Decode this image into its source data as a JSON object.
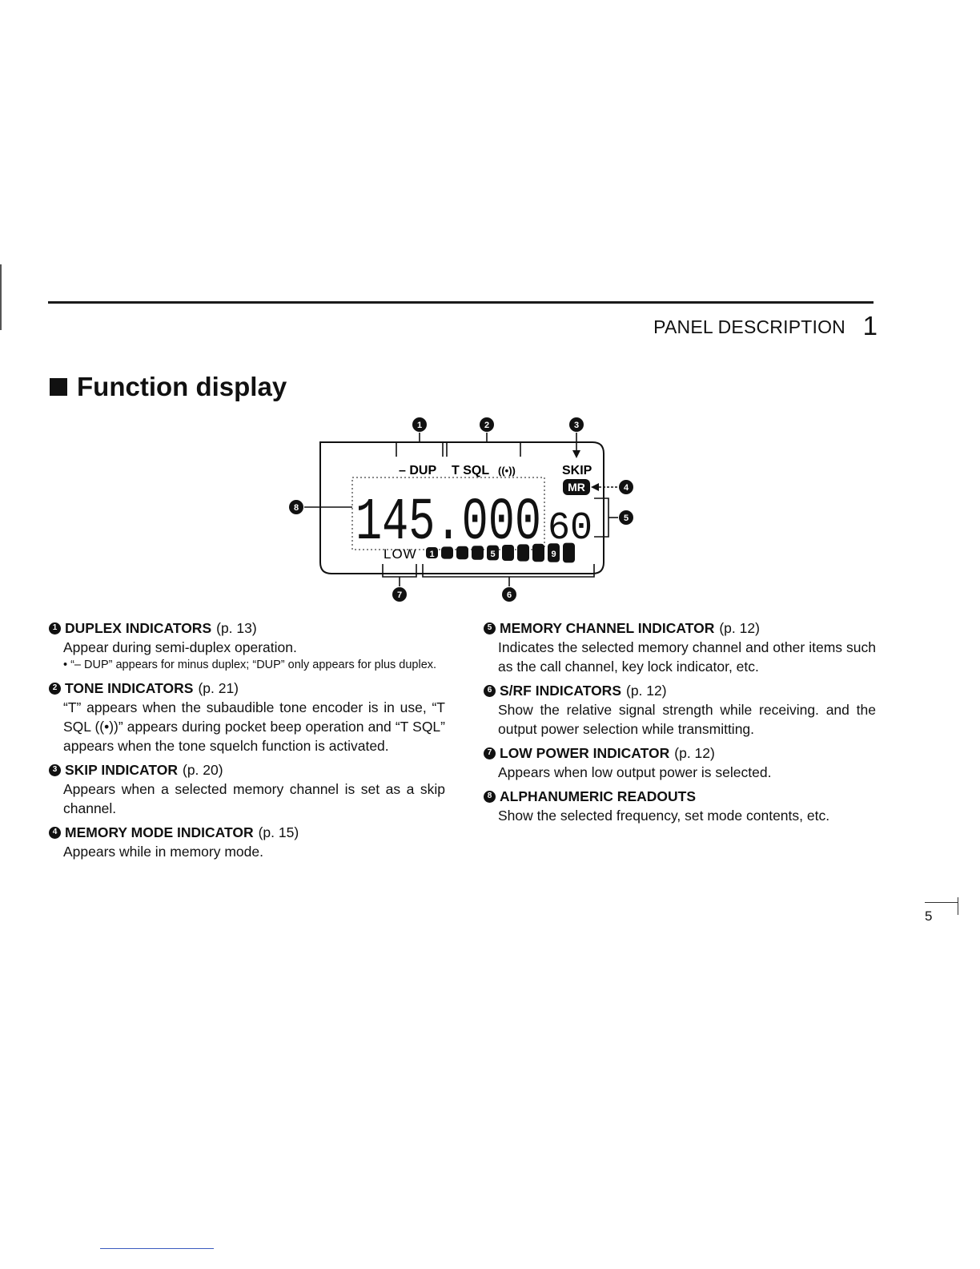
{
  "header": {
    "section_label": "PANEL DESCRIPTION",
    "chapter_number": "1"
  },
  "section_title": "Function display",
  "diagram": {
    "callouts": [
      "1",
      "2",
      "3",
      "4",
      "5",
      "6",
      "7",
      "8"
    ],
    "indicators": {
      "dup": "– DUP",
      "tsql": "T SQL",
      "pocket_beep": "((•))",
      "skip": "SKIP",
      "mr": "MR",
      "low": "LOW"
    },
    "frequency": "145.000",
    "channel": "60",
    "meter": {
      "segments": 10,
      "numbered": [
        "1",
        "5",
        "9"
      ]
    }
  },
  "items_left": [
    {
      "badge": "1",
      "title": "DUPLEX INDICATORS",
      "page": "(p. 13)",
      "text": "Appear during semi-duplex operation.",
      "note": "• “– DUP” appears for minus duplex; “DUP” only appears for plus duplex."
    },
    {
      "badge": "2",
      "title": "TONE INDICATORS",
      "page": "(p. 21)",
      "text": "“T” appears when the subaudible tone encoder is in use, “T SQL ((•))” appears during pocket beep operation and “T SQL” appears when the tone squelch function is activated."
    },
    {
      "badge": "3",
      "title": "SKIP INDICATOR",
      "page": "(p. 20)",
      "text": "Appears when a selected memory channel is set as a skip channel."
    },
    {
      "badge": "4",
      "title": "MEMORY MODE INDICATOR",
      "page": "(p. 15)",
      "text": "Appears while in memory mode."
    }
  ],
  "items_right": [
    {
      "badge": "5",
      "title": "MEMORY CHANNEL INDICATOR",
      "page": "(p. 12)",
      "text": "Indicates the selected memory channel and other items such as the call channel, key lock indicator, etc."
    },
    {
      "badge": "6",
      "title": "S/RF INDICATORS",
      "page": "(p. 12)",
      "text": "Show the relative signal strength while receiving. and the output power selection while transmitting."
    },
    {
      "badge": "7",
      "title": "LOW POWER INDICATOR",
      "page": "(p. 12)",
      "text": "Appears when low output power is selected."
    },
    {
      "badge": "8",
      "title": "ALPHANUMERIC READOUTS",
      "page": "",
      "text": "Show the selected frequency, set mode contents, etc."
    }
  ],
  "page_number": "5"
}
